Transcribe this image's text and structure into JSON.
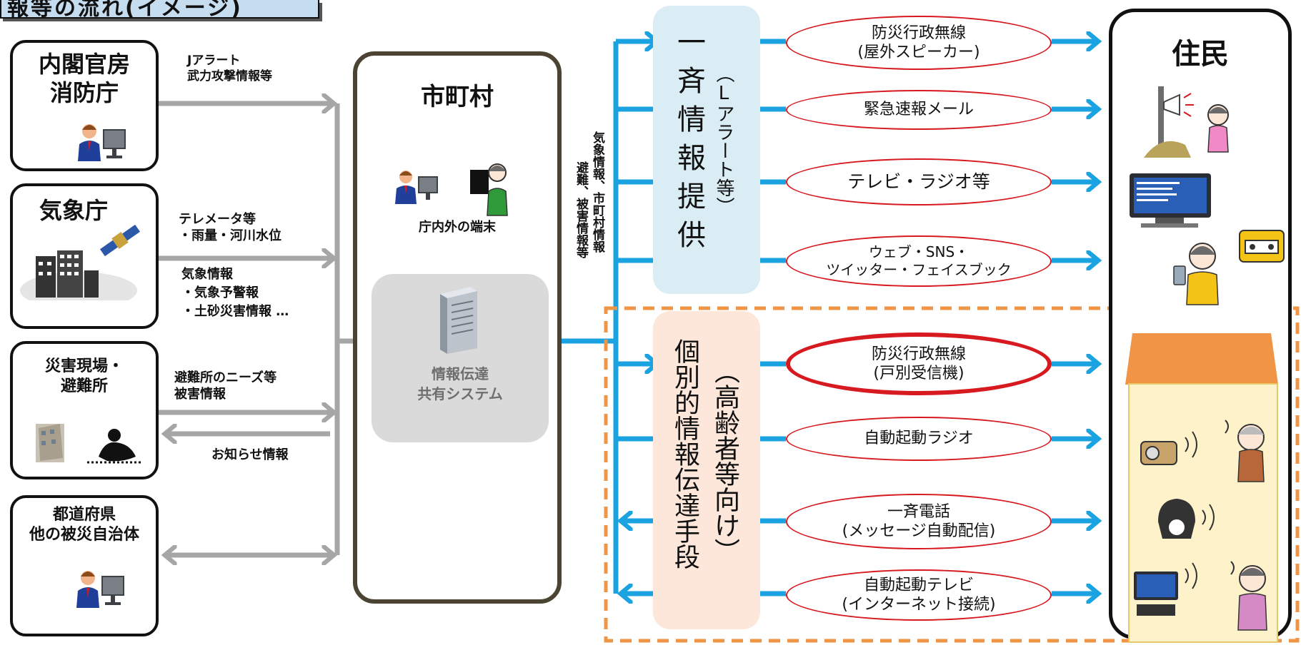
{
  "header": {
    "title": "報等の流れ(イメージ)"
  },
  "sources": [
    {
      "name": "内閣官房\n消防庁",
      "annotation": "Jアラート\n武力攻撃情報等",
      "icon": "person-at-computer-icon"
    },
    {
      "name": "気象庁",
      "annotation_a": "テレメータ等\n・雨量・河川水位",
      "annotation_b": "気象情報\n・気象予警報\n・土砂災害情報  …",
      "icon": "satellite-buildings-icon"
    },
    {
      "name": "災害現場・\n避難所",
      "annotation_in": "避難所のニーズ等\n被害情報",
      "annotation_out": "お知らせ情報",
      "icon": "disaster-site-icon"
    },
    {
      "name": "都道府県\n他の被災自治体",
      "icon": "person-at-computer-icon"
    }
  ],
  "municipality": {
    "title": "市町村",
    "terminal_label": "庁内外の端末",
    "system_label": "情報伝達\n共有システム"
  },
  "side_label": {
    "line1": "気象情報、市町村情報",
    "line2": "避難、被害情報等"
  },
  "broadcast_group": {
    "title": "一斉情報提供",
    "subtitle": "（Lアラート等）",
    "channels": [
      "防災行政無線\n(屋外スピーカー)",
      "緊急速報メール",
      "テレビ・ラジオ等",
      "ウェブ・SNS・\nツイッター・フェイスブック"
    ]
  },
  "individual_group": {
    "title": "個別的情報伝達手段",
    "subtitle": "（高齢者等向け）",
    "channels": [
      "防災行政無線\n(戸別受信機)",
      "自動起動ラジオ",
      "一斉電話\n(メッセージ自動配信)",
      "自動起動テレビ\n(インターネット接続)"
    ]
  },
  "residents": {
    "title": "住民"
  },
  "colors": {
    "arrow_blue": "#1aa3e0",
    "arrow_gray": "#a6a6a6",
    "oval_red": "#d71920",
    "dash_orange": "#f09445",
    "broadcast_bg": "#daedf4",
    "individual_bg": "#fce7da",
    "system_bg": "#dadada"
  }
}
